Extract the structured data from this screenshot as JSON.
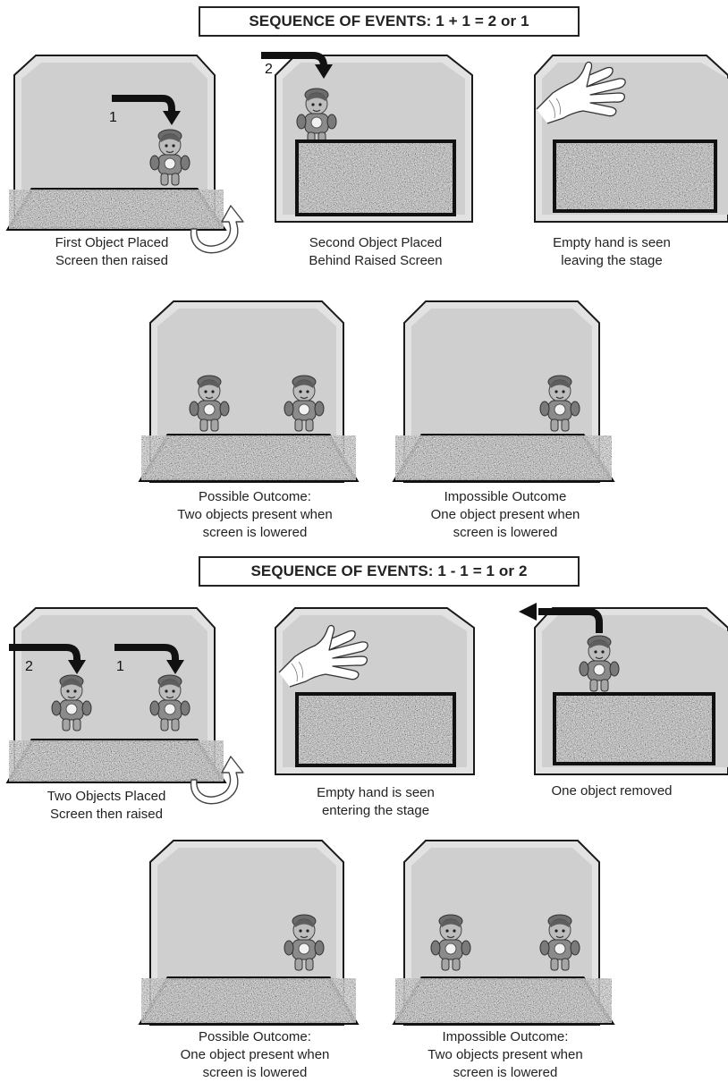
{
  "sequence_1": {
    "title": "SEQUENCE OF EVENTS: 1 + 1 = 2 or 1",
    "steps": [
      {
        "number": "1",
        "caption": [
          "First Object Placed",
          "Screen then raised"
        ]
      },
      {
        "number": "2",
        "caption": [
          "Second Object Placed",
          "Behind Raised Screen"
        ]
      },
      {
        "caption": [
          "Empty hand is seen",
          "leaving the stage"
        ]
      }
    ],
    "outcomes": [
      {
        "caption": [
          "Possible Outcome:",
          "Two objects present when",
          "screen is lowered"
        ]
      },
      {
        "caption": [
          "Impossible Outcome",
          "One object present when",
          "screen is lowered"
        ]
      }
    ]
  },
  "sequence_2": {
    "title": "SEQUENCE OF EVENTS: 1 - 1 = 1 or 2",
    "steps": [
      {
        "numbers": [
          "2",
          "1"
        ],
        "caption": [
          "Two Objects Placed",
          "Screen then raised"
        ]
      },
      {
        "caption": [
          "Empty hand is seen",
          "entering the stage"
        ]
      },
      {
        "caption": [
          "One object removed"
        ]
      }
    ],
    "outcomes": [
      {
        "caption": [
          "Possible Outcome:",
          "One object present when",
          "screen is lowered"
        ]
      },
      {
        "caption": [
          "Impossible Outcome:",
          "Two objects present when",
          "screen is lowered"
        ]
      }
    ]
  },
  "colors": {
    "stage_fill": "#e2e2e2",
    "stage_inner": "#cfcfcf",
    "outline": "#1a1a1a",
    "screen_texture": "#8a8a8a",
    "arrow": "#111111"
  }
}
